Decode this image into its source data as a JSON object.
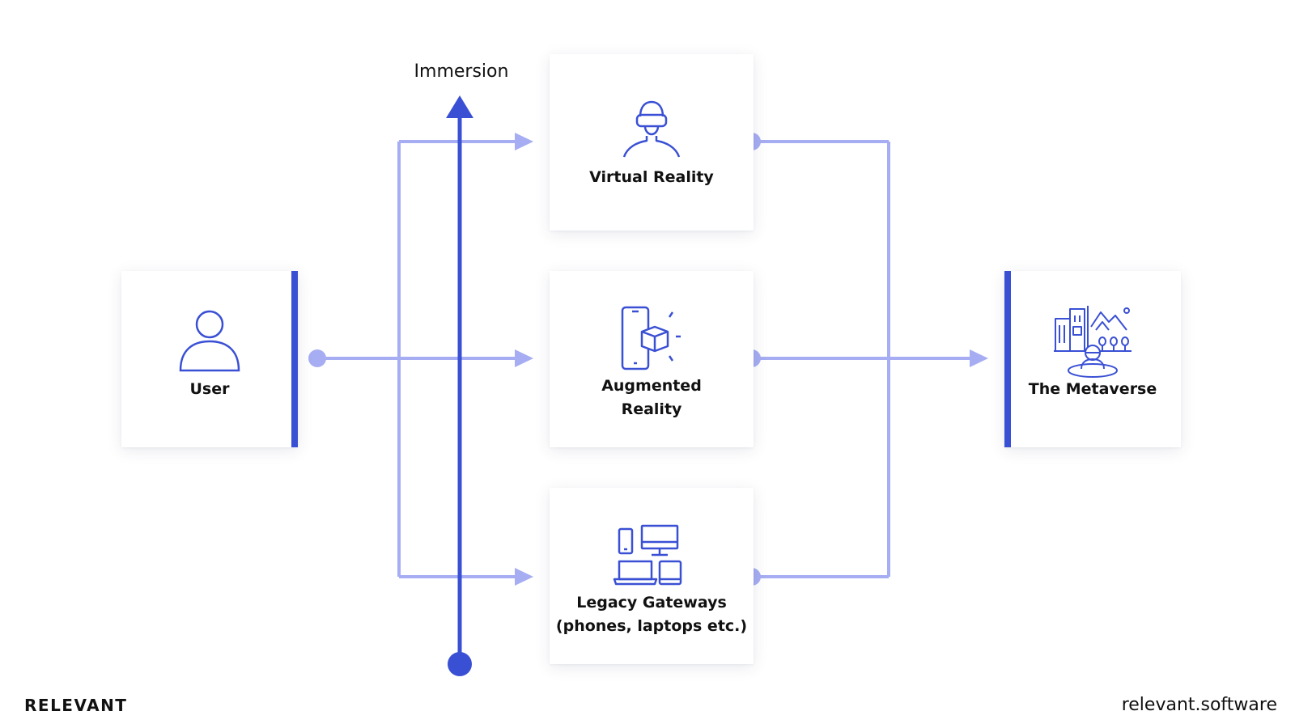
{
  "diagram": {
    "axis_label": "Immersion",
    "nodes": {
      "user": {
        "label": "User",
        "icon": "user-icon"
      },
      "vr": {
        "label": "Virtual Reality",
        "icon": "vr-headset-user-icon"
      },
      "ar": {
        "label": "Augmented\nReality",
        "icon": "phone-cube-icon"
      },
      "legacy": {
        "label": "Legacy Gateways\n(phones, laptops etc.)",
        "icon": "devices-icon"
      },
      "metaverse": {
        "label": "The Metaverse",
        "icon": "metaverse-city-icon"
      }
    },
    "colors": {
      "accent": "#3a50d4",
      "connector": "#a6adf2"
    }
  },
  "footer": {
    "brand": "RELEVANT",
    "site": "relevant.software"
  }
}
